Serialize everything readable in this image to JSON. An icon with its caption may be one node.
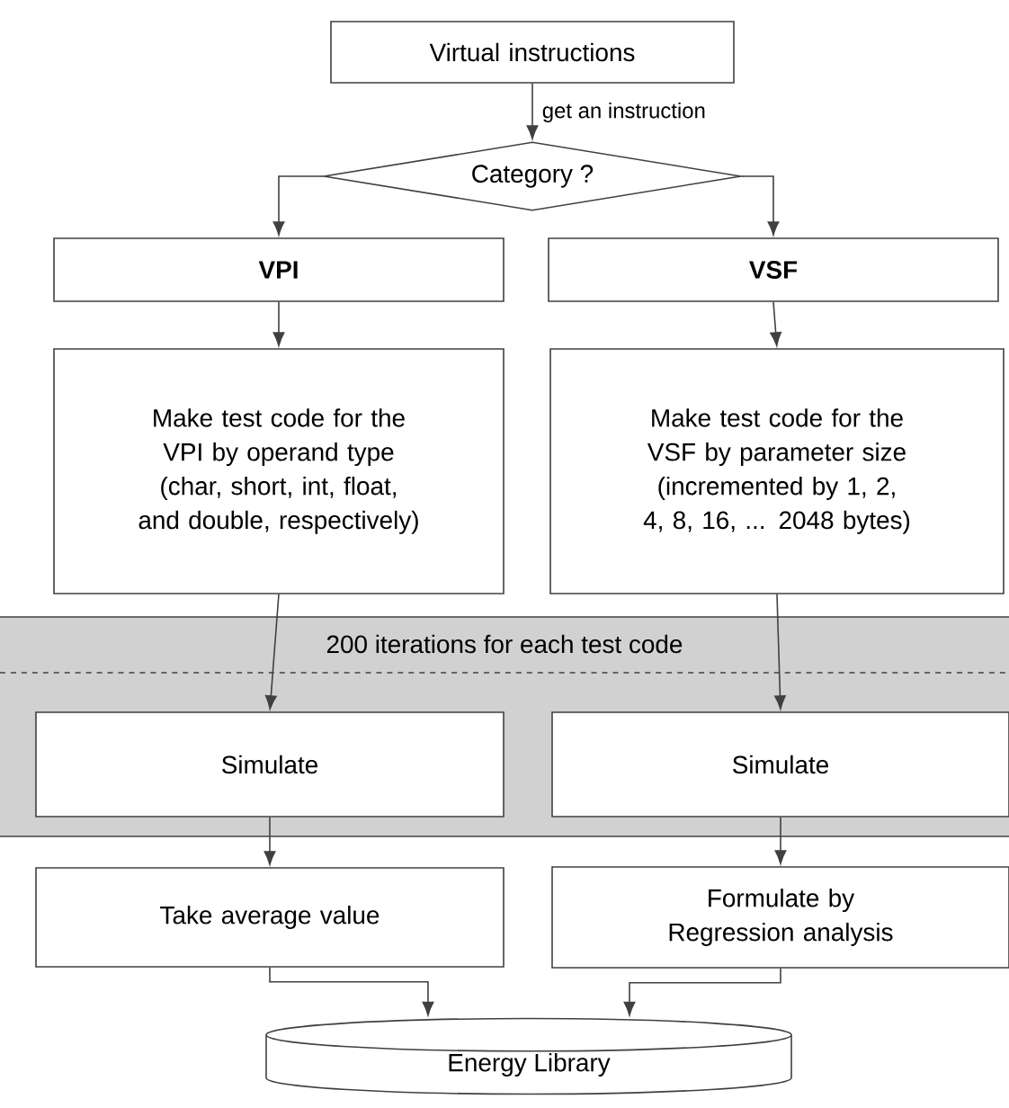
{
  "diagram": {
    "nodes": [
      {
        "text": [
          "Virtual instructions"
        ]
      },
      {
        "text": [
          "Category ?"
        ]
      },
      {
        "text": [
          "VPI"
        ]
      },
      {
        "text": [
          "VSF"
        ]
      },
      {
        "text": [
          "Make test code for the VPI by operand type (char, short, int, float, and double, respectively)"
        ]
      },
      {
        "text": [
          "Make test code for the VSF by parameter size (incremented by 1, 2, 4, 8, 16, ... 2048 bytes)"
        ]
      },
      {
        "text": [
          "200 iterations for each test code"
        ]
      },
      {
        "text": [
          "Simulate"
        ],
        "in": 6
      },
      {
        "text": [
          "Simulate"
        ],
        "in": 6
      },
      {
        "text": [
          "Take average value"
        ]
      },
      {
        "text": [
          "Formulate by Regression analysis"
        ]
      },
      {
        "text": [
          "Energy Library"
        ]
      }
    ],
    "edges": [
      {
        "from": 0,
        "to": 1,
        "arrow": "to",
        "label": "get an instruction"
      },
      {
        "from": 1,
        "to": 2,
        "arrow": "to"
      },
      {
        "from": 1,
        "to": 3,
        "arrow": "to"
      },
      {
        "from": 2,
        "to": 4,
        "arrow": "to"
      },
      {
        "from": 3,
        "to": 5,
        "arrow": "to"
      },
      {
        "from": 4,
        "to": 7,
        "arrow": "to"
      },
      {
        "from": 5,
        "to": 8,
        "arrow": "to"
      },
      {
        "from": 7,
        "to": 9,
        "arrow": "to"
      },
      {
        "from": 8,
        "to": 10,
        "arrow": "to"
      },
      {
        "from": 9,
        "to": 11,
        "arrow": "to"
      },
      {
        "from": 10,
        "to": 11,
        "arrow": "to"
      }
    ]
  }
}
